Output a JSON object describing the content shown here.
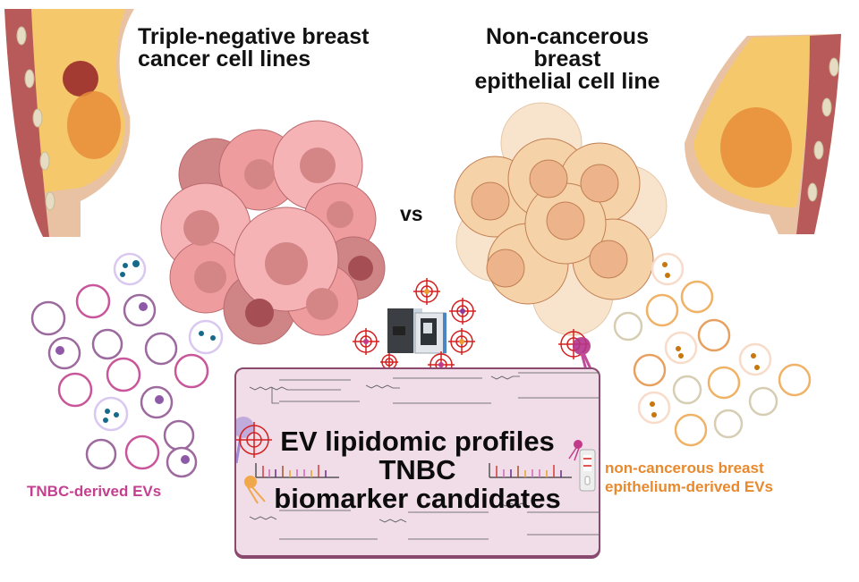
{
  "titles": {
    "left": "Triple-negative breast cancer cell lines",
    "left_line1": "Triple-negative breast",
    "left_line2": "cancer cell lines",
    "right_line1": "Non-cancerous breast",
    "right_line2": "epithelial cell line"
  },
  "comparison": "vs",
  "ev_labels": {
    "left": "TNBC-derived EVs",
    "right_line1": "non-cancerous breast",
    "right_line2": "epithelium-derived EVs"
  },
  "center_box": {
    "line1": "EV lipidomic profiles",
    "line2": "TNBC",
    "line3": "biomarker candidates"
  },
  "colors": {
    "tnbc_label": "#c2408f",
    "normal_label": "#e8892e",
    "box_fill": "#f1dde8",
    "box_border": "#8a4a70",
    "target_red": "#d42020",
    "cancer_cell": "#f4a7a9",
    "normal_cell": "#f5d2a8"
  },
  "icons": [
    "breast-tumor-illustration",
    "breast-normal-illustration",
    "cancer-cell-cluster",
    "normal-cell-cluster",
    "lc-ms-instrument",
    "target-icon",
    "extracellular-vesicle",
    "lipid-structure",
    "spectrum-bars",
    "lateral-flow-test-strip"
  ]
}
